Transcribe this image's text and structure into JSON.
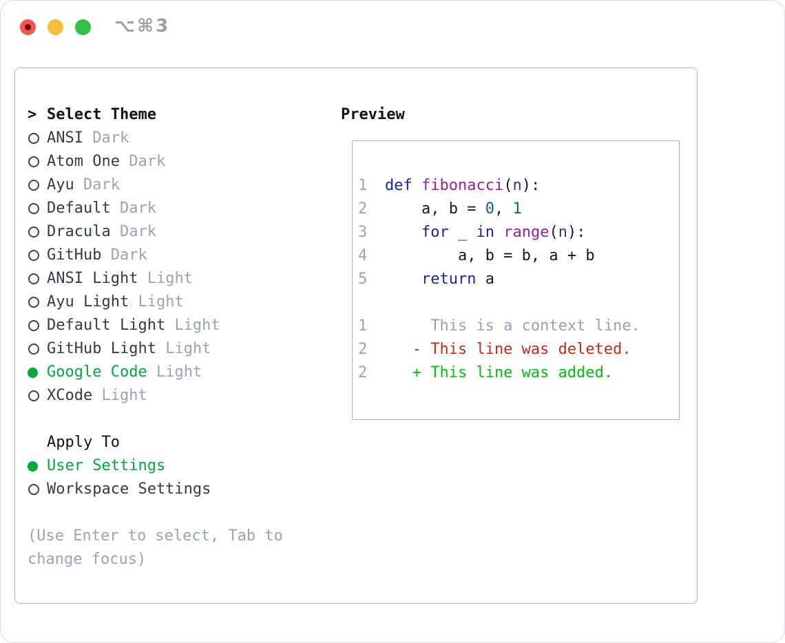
{
  "window": {
    "title": "⌥⌘3"
  },
  "theme_selector": {
    "prompt": ">",
    "header": "Select Theme",
    "items": [
      {
        "name": "ANSI",
        "variant": "Dark",
        "selected": false
      },
      {
        "name": "Atom One",
        "variant": "Dark",
        "selected": false
      },
      {
        "name": "Ayu",
        "variant": "Dark",
        "selected": false
      },
      {
        "name": "Default",
        "variant": "Dark",
        "selected": false
      },
      {
        "name": "Dracula",
        "variant": "Dark",
        "selected": false
      },
      {
        "name": "GitHub",
        "variant": "Dark",
        "selected": false
      },
      {
        "name": "ANSI Light",
        "variant": "Light",
        "selected": false
      },
      {
        "name": "Ayu Light",
        "variant": "Light",
        "selected": false
      },
      {
        "name": "Default Light",
        "variant": "Light",
        "selected": false
      },
      {
        "name": "GitHub Light",
        "variant": "Light",
        "selected": false
      },
      {
        "name": "Google Code",
        "variant": "Light",
        "selected": true
      },
      {
        "name": "XCode",
        "variant": "Light",
        "selected": false
      }
    ]
  },
  "apply_to": {
    "header": "Apply To",
    "options": [
      {
        "label": "User Settings",
        "selected": true
      },
      {
        "label": "Workspace Settings",
        "selected": false
      }
    ]
  },
  "help_text": "(Use Enter to select, Tab to change focus)",
  "preview": {
    "header": "Preview",
    "code_lines": [
      {
        "num": "1",
        "tokens": [
          [
            "keyword",
            "def"
          ],
          [
            "plain",
            " "
          ],
          [
            "function",
            "fibonacci"
          ],
          [
            "plain",
            "("
          ],
          [
            "parameter",
            "n"
          ],
          [
            "plain",
            "):"
          ]
        ]
      },
      {
        "num": "2",
        "tokens": [
          [
            "plain",
            "    a, b = "
          ],
          [
            "literal",
            "0"
          ],
          [
            "plain",
            ", "
          ],
          [
            "literal",
            "1"
          ]
        ]
      },
      {
        "num": "3",
        "tokens": [
          [
            "plain",
            "    "
          ],
          [
            "keyword",
            "for"
          ],
          [
            "plain",
            " _ "
          ],
          [
            "keyword",
            "in"
          ],
          [
            "plain",
            " "
          ],
          [
            "function",
            "range"
          ],
          [
            "plain",
            "("
          ],
          [
            "parameter",
            "n"
          ],
          [
            "plain",
            "):"
          ]
        ]
      },
      {
        "num": "4",
        "tokens": [
          [
            "plain",
            "        a, b = b, a + b"
          ]
        ]
      },
      {
        "num": "5",
        "tokens": [
          [
            "plain",
            "    "
          ],
          [
            "keyword",
            "return"
          ],
          [
            "plain",
            " a"
          ]
        ]
      }
    ],
    "diff_lines": [
      {
        "num": "1",
        "type": "context",
        "text": "     This is a context line."
      },
      {
        "num": "2",
        "type": "deleted",
        "text": "   - This line was deleted."
      },
      {
        "num": "2",
        "type": "added",
        "text": "   + This line was added."
      }
    ]
  },
  "colors": {
    "selection_green": "#00a83e",
    "added_green": "#00c011",
    "deleted_red": "#c9291b",
    "context_gray": "#98a1ad",
    "muted_gray": "#9aa4b1",
    "item_text": "#343b43",
    "header_text": "#101418",
    "panel_border": "#a9b2bf",
    "line_number_gray": "#9aa4b1",
    "syntax": {
      "keyword": "#1b22a8",
      "function": "#9c1e98",
      "parameter": "#462a86",
      "literal": "#0b6b6e",
      "plain": "#17191c"
    }
  }
}
